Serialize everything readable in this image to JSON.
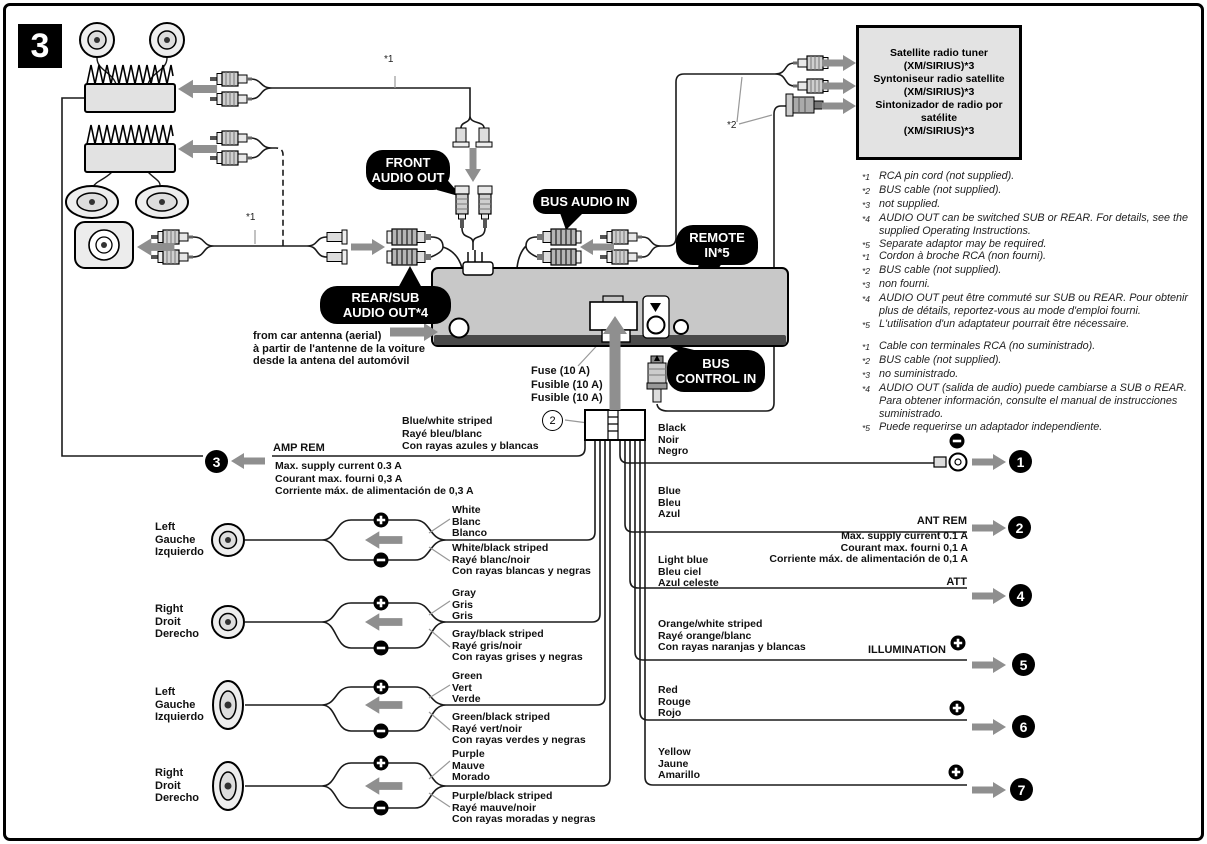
{
  "page": {
    "step_number": "3"
  },
  "markers": {
    "star1_top": "*1",
    "star1_sub": "*1",
    "star2": "*2",
    "connector_ref": "2"
  },
  "callouts": {
    "front_audio_out": [
      "FRONT",
      "AUDIO OUT"
    ],
    "bus_audio_in": "BUS AUDIO IN",
    "remote_in": [
      "REMOTE",
      "IN*5"
    ],
    "rear_sub_audio_out": [
      "REAR/SUB",
      "AUDIO OUT*4"
    ],
    "bus_control_in": [
      "BUS",
      "CONTROL IN"
    ]
  },
  "satellite_box": {
    "lines": [
      "Satellite radio tuner",
      "(XM/SIRIUS)*3",
      "Syntoniseur radio satellite",
      "(XM/SIRIUS)*3",
      "Sintonizador de radio por satélite",
      "(XM/SIRIUS)*3"
    ]
  },
  "notes": {
    "english": [
      {
        "marker": "*1",
        "text": "RCA pin cord (not supplied)."
      },
      {
        "marker": "*2",
        "text": "BUS cable (not supplied)."
      },
      {
        "marker": "*3",
        "text": "not supplied."
      },
      {
        "marker": "*4",
        "text": "AUDIO OUT can be switched SUB or REAR. For details, see the supplied Operating Instructions."
      },
      {
        "marker": "*5",
        "text": "Separate adaptor may be required."
      }
    ],
    "french": [
      {
        "marker": "*1",
        "text": "Cordon à broche RCA (non fourni)."
      },
      {
        "marker": "*2",
        "text": "BUS cable (not supplied)."
      },
      {
        "marker": "*3",
        "text": "non fourni."
      },
      {
        "marker": "*4",
        "text": "AUDIO OUT peut être commuté sur SUB ou REAR. Pour obtenir plus de détails, reportez-vous au mode d'emploi fourni."
      },
      {
        "marker": "*5",
        "text": "L'utilisation d'un adaptateur pourrait être nécessaire."
      }
    ],
    "spanish": [
      {
        "marker": "*1",
        "text": "Cable con terminales RCA (no suministrado)."
      },
      {
        "marker": "*2",
        "text": "BUS cable (not supplied)."
      },
      {
        "marker": "*3",
        "text": "no suministrado."
      },
      {
        "marker": "*4",
        "text": "AUDIO OUT (salida de audio) puede cambiarse a SUB o REAR. Para obtener información, consulte el manual de instrucciones suministrado."
      },
      {
        "marker": "*5",
        "text": "Puede requerirse un adaptador independiente."
      }
    ]
  },
  "antenna_note": [
    "from car antenna (aerial)",
    "à partir de l'antenne de la voiture",
    "desde la antena del automóvil"
  ],
  "fuse_note": [
    "Fuse (10 A)",
    "Fusible (10 A)",
    "Fusible (10 A)"
  ],
  "amp_rem": {
    "wire": [
      "Blue/white striped",
      "Rayé bleu/blanc",
      "Con rayas azules y blancas"
    ],
    "label": "AMP REM",
    "badge": "3",
    "current_note": [
      "Max. supply current 0.3 A",
      "Courant max. fourni 0,3 A",
      "Corriente máx. de alimentación de 0,3 A"
    ]
  },
  "speaker_rows": [
    {
      "side": [
        "Left",
        "Gauche",
        "Izquierdo"
      ],
      "shape": "round",
      "plus": [
        "White",
        "Blanc",
        "Blanco"
      ],
      "minus": [
        "White/black striped",
        "Rayé blanc/noir",
        "Con rayas blancas y negras"
      ]
    },
    {
      "side": [
        "Right",
        "Droit",
        "Derecho"
      ],
      "shape": "round",
      "plus": [
        "Gray",
        "Gris",
        "Gris"
      ],
      "minus": [
        "Gray/black striped",
        "Rayé gris/noir",
        "Con rayas grises y negras"
      ]
    },
    {
      "side": [
        "Left",
        "Gauche",
        "Izquierdo"
      ],
      "shape": "oval",
      "plus": [
        "Green",
        "Vert",
        "Verde"
      ],
      "minus": [
        "Green/black striped",
        "Rayé vert/noir",
        "Con rayas verdes y negras"
      ]
    },
    {
      "side": [
        "Right",
        "Droit",
        "Derecho"
      ],
      "shape": "oval",
      "plus": [
        "Purple",
        "Mauve",
        "Morado"
      ],
      "minus": [
        "Purple/black striped",
        "Rayé mauve/noir",
        "Con rayas moradas y negras"
      ]
    }
  ],
  "power_rows": [
    {
      "colors": [
        "Black",
        "Noir",
        "Negro"
      ],
      "function": "",
      "symbol": "minus",
      "badge": "1"
    },
    {
      "colors": [
        "Blue",
        "Bleu",
        "Azul"
      ],
      "function": "ANT REM",
      "symbol": "",
      "badge": "2",
      "current_note": [
        "Max. supply current 0.1 A",
        "Courant max. fourni 0,1 A",
        "Corriente máx. de alimentación de 0,1 A"
      ]
    },
    {
      "colors": [
        "Light blue",
        "Bleu ciel",
        "Azul celeste"
      ],
      "function": "ATT",
      "symbol": "",
      "badge": "4"
    },
    {
      "colors": [
        "Orange/white striped",
        "Rayé orange/blanc",
        "Con rayas naranjas y blancas"
      ],
      "function": "ILLUMINATION",
      "symbol": "plus",
      "badge": "5"
    },
    {
      "colors": [
        "Red",
        "Rouge",
        "Rojo"
      ],
      "function": "",
      "symbol": "plus",
      "badge": "6"
    },
    {
      "colors": [
        "Yellow",
        "Jaune",
        "Amarillo"
      ],
      "function": "",
      "symbol": "plus",
      "badge": "7"
    }
  ],
  "colors": {
    "line": "#1a1a1a",
    "arrow": "#8f8f8f",
    "unit_gray": "#c8c8c8",
    "box_gray": "#e3e3e3"
  }
}
